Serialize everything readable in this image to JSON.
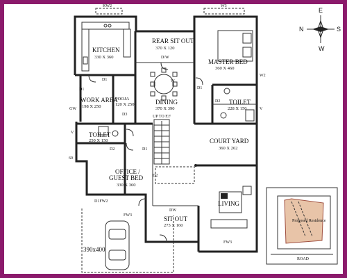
{
  "compass": {
    "n": "N",
    "s": "S",
    "e": "E",
    "w": "W"
  },
  "rooms": {
    "kitchen": {
      "name": "KITCHEN",
      "dim": "330 X 360"
    },
    "rear_sit_out": {
      "name": "REAR SIT OUT",
      "dim": "370 X 120"
    },
    "master_bed": {
      "name": "MASTER BED",
      "dim": "360 X 460"
    },
    "work_area": {
      "name": "WORK AREA",
      "dim": "198 X 250"
    },
    "pooja": {
      "name": "POOJA",
      "dim": "120 X 250"
    },
    "dining": {
      "name": "DINING",
      "dim": "370 X 390"
    },
    "toilet_master": {
      "name": "TOILET",
      "dim": "228 X 150"
    },
    "toilet_left": {
      "name": "TOILET",
      "dim": "250 X 150"
    },
    "court_yard": {
      "name": "COURT YARD",
      "dim": "360 X 262"
    },
    "office_guest": {
      "name": "OFFICE /",
      "name2": "GUEST BED",
      "dim": "330 X 360"
    },
    "living": {
      "name": "LIVING"
    },
    "sit_out": {
      "name": "SIT OUT",
      "dim": "273 X 160"
    },
    "car_porch": {
      "dim": "390x400"
    }
  },
  "openings": {
    "kw2": "KW2",
    "w3": "W3",
    "w2": "W2",
    "w": "W",
    "gw": "GW",
    "v": "V",
    "v2": "V",
    "d_kitchen": "D1",
    "d_work": "D1",
    "d_pooja": "D3",
    "d_toilet": "D2",
    "d_office": "D1",
    "d_master": "D1",
    "d_mtoilet": "D2",
    "d_tl": "D2",
    "dw_dining": "D/W",
    "dw_sitout": "DW",
    "d1fw2": "D1FW2",
    "fw3": "FW3",
    "fw3b": "FW3",
    "up": "UP TO F.F",
    "sixty": "60"
  },
  "site_plan": {
    "label": "Proposed Residence",
    "road": "ROAD"
  }
}
